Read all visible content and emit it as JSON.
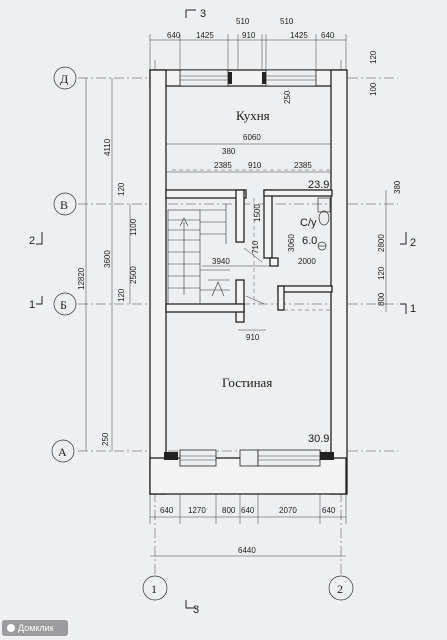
{
  "rooms": {
    "kitchen": "Кухня",
    "kitchen_width": "6060",
    "living": "Гостиная",
    "bathroom_label": "С/у",
    "bathroom_area": "6.0",
    "hall_area": "23.9",
    "living_area": "30.9"
  },
  "axes": {
    "d": "Д",
    "v": "В",
    "b": "Б",
    "a": "А",
    "one": "1",
    "two": "2"
  },
  "section_marks": {
    "top": "3",
    "bottom": "3",
    "left_2": "2",
    "right_2": "2",
    "left_1": "1",
    "right_1": "1"
  },
  "dims": {
    "top": [
      "640",
      "1425",
      "510",
      "910",
      "510",
      "1425",
      "640"
    ],
    "top_right": [
      "120",
      "100"
    ],
    "mid_row": [
      "380",
      "2385",
      "910",
      "2385"
    ],
    "bottom": [
      "640",
      "1270",
      "800",
      "640",
      "2070",
      "640"
    ],
    "overall_width": "6440",
    "left_outer": "12820",
    "left_inner": [
      "4110",
      "3600",
      "120",
      "120",
      "250"
    ],
    "left_small": [
      "1100",
      "2500"
    ],
    "right": [
      "380",
      "2800",
      "120",
      "800"
    ],
    "interior": [
      "1500",
      "3060",
      "710",
      "2000",
      "3940",
      "910"
    ]
  },
  "watermark": "Домклик"
}
